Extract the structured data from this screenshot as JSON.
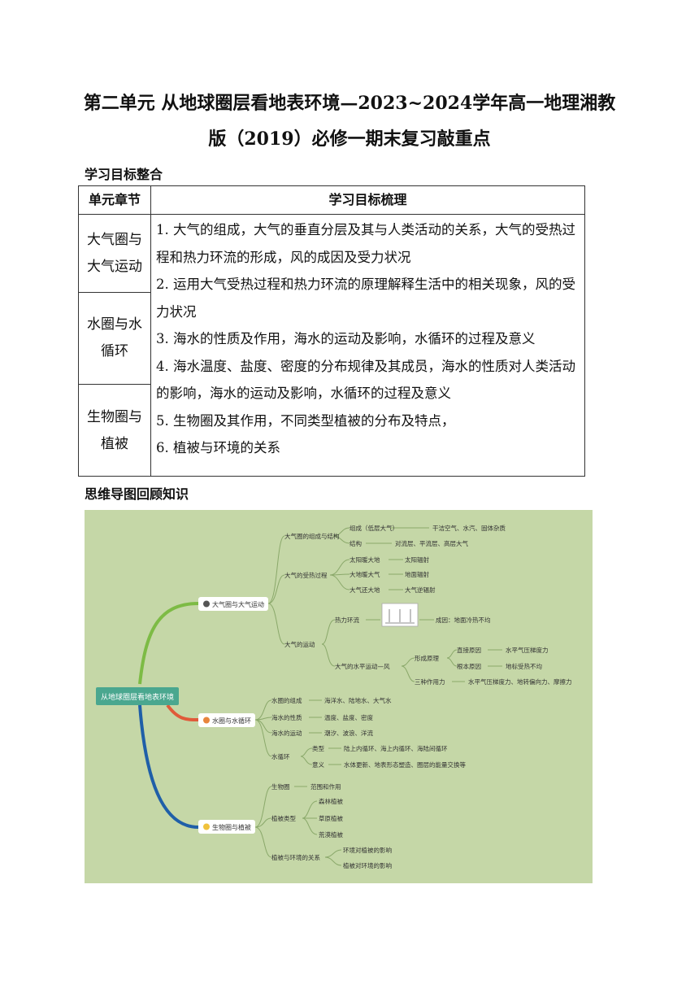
{
  "title": {
    "line1": "第二单元 从地球圈层看地表环境—2023~2024学年高一地理湘教",
    "line2": "版（2019）必修一期末复习敲重点"
  },
  "section1": "学习目标整合",
  "table": {
    "header_chapter": "单元章节",
    "header_goals": "学习目标梳理",
    "chapters": [
      {
        "line1": "大气圈与",
        "line2": "大气运动"
      },
      {
        "line1": "水圈与水",
        "line2": "循环"
      },
      {
        "line1": "生物圈与",
        "line2": "植被"
      }
    ],
    "goals": [
      "1.  大气的组成，大气的垂直分层及其与人类活动的关系，大气的受热过程和热力环流的形成，风的成因及受力状况",
      "2.  运用大气受热过程和热力环流的原理解释生活中的相关现象，风的受力状况",
      "3.  海水的性质及作用，海水的运动及影响，水循环的过程及意义",
      "4.  海水温度、盐度、密度的分布规律及其成员，海水的性质对人类活动的影响，海水的运动及影响，水循环的过程及意义",
      "5.  生物圈及其作用，不同类型植被的分布及特点，",
      "6.  植被与环境的关系"
    ]
  },
  "section2": "思维导图回顾知识",
  "mindmap": {
    "root": "从地球圈层看地表环境",
    "colors": {
      "background": "#c5d7a7",
      "green": "#7dbb45",
      "red": "#e05a3a",
      "blue": "#1f5fa8",
      "root": "#4aa78f"
    },
    "branch1": {
      "label": "大气圈与大气运动",
      "composition": "大气圈的组成与结构",
      "comp_a": "组成（低层大气）",
      "comp_a1": "干洁空气、水汽、固体杂质",
      "comp_b": "结构",
      "comp_b1": "对流层、平流层、高层大气",
      "heating": "大气的受热过程",
      "heat_a": "太阳暖大地",
      "heat_a1": "太阳辐射",
      "heat_b": "大地暖大气",
      "heat_b1": "地面辐射",
      "heat_c": "大气还大地",
      "heat_c1": "大气逆辐射",
      "motion": "大气的运动",
      "thermal": "热力环流",
      "thermal_cause": "成因：地面冷热不均",
      "wind": "大气的水平运动—风",
      "wind_principle": "形成原理",
      "direct": "直接原因",
      "direct_1": "水平气压梯度力",
      "root_cause": "根本原因",
      "root_cause_1": "地标受热不均",
      "three_forces": "三种作用力",
      "three_forces_1": "水平气压梯度力、地转偏向力、摩擦力"
    },
    "branch2": {
      "label": "水圈与水循环",
      "comp": "水圈的组成",
      "comp_1": "海洋水、陆地水、大气水",
      "props": "海水的性质",
      "props_1": "温度、盐度、密度",
      "moves": "海水的运动",
      "moves_1": "潮汐、波浪、洋流",
      "cycle": "水循环",
      "type": "类型",
      "type_1": "陆上内循环、海上内循环、海陆间循环",
      "meaning": "意义",
      "meaning_1": "水体更新、地表形态塑造、圈层的能量交换等"
    },
    "branch3": {
      "label": "生物圈与植被",
      "bio": "生物圈",
      "bio_1": "范围和作用",
      "veg_types": "植被类型",
      "forest": "森林植被",
      "grass": "草原植被",
      "desert": "荒漠植被",
      "relation": "植被与环境的关系",
      "rel_a": "环境对植被的影响",
      "rel_b": "植被对环境的影响"
    }
  }
}
